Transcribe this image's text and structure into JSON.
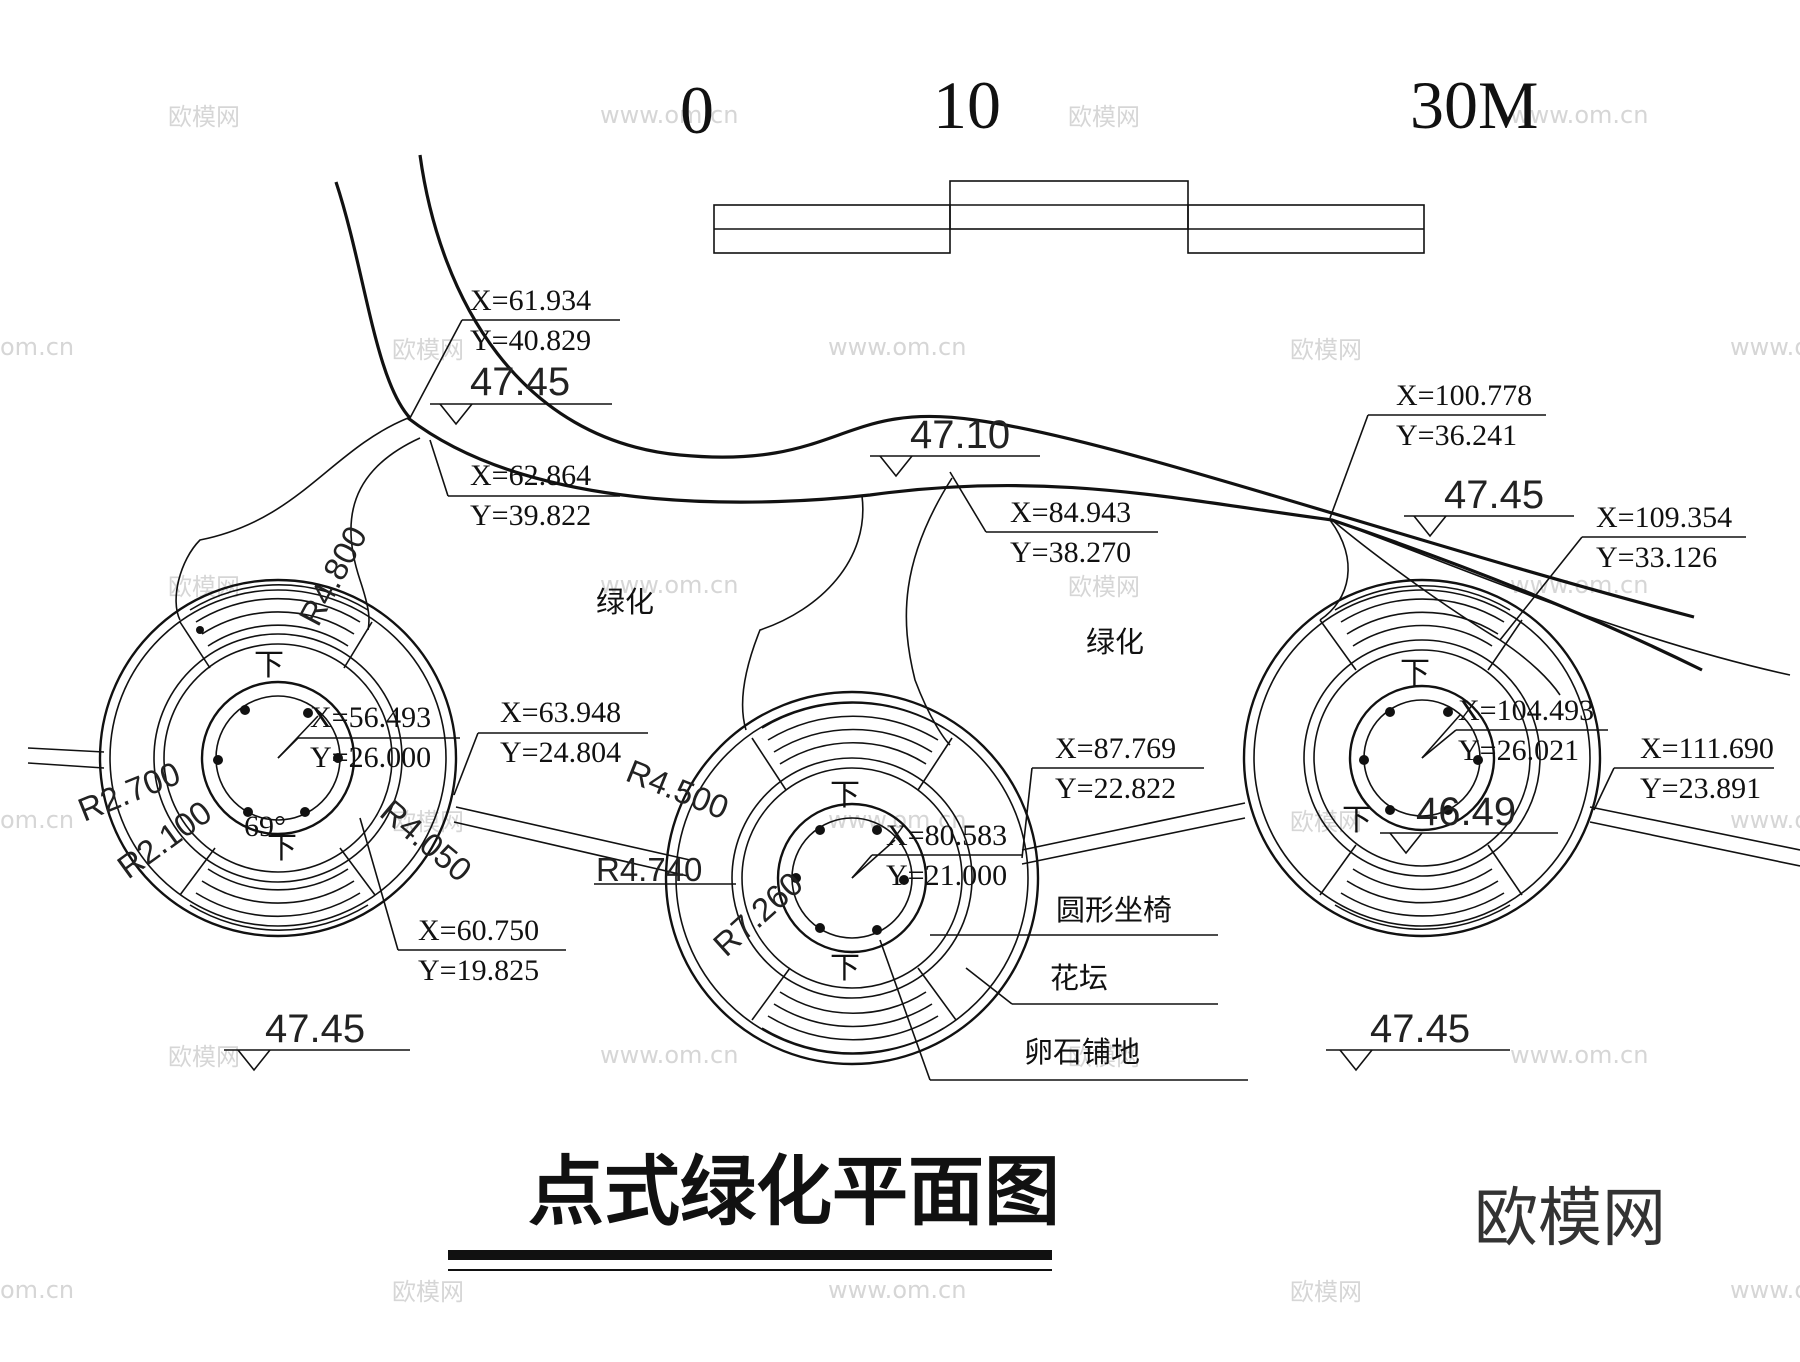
{
  "scale_bar": {
    "labels": [
      "0",
      "10",
      "30M"
    ]
  },
  "area_labels": [
    "绿化",
    "绿化"
  ],
  "coordinates": [
    {
      "x": "X=61.934",
      "y": "Y=40.829"
    },
    {
      "x": "X=62.864",
      "y": "Y=39.822"
    },
    {
      "x": "X=84.943",
      "y": "Y=38.270"
    },
    {
      "x": "X=100.778",
      "y": "Y=36.241"
    },
    {
      "x": "X=109.354",
      "y": "Y=33.126"
    },
    {
      "x": "X=56.493",
      "y": "Y=26.000"
    },
    {
      "x": "X=63.948",
      "y": "Y=24.804"
    },
    {
      "x": "X=87.769",
      "y": "Y=22.822"
    },
    {
      "x": "X=80.583",
      "y": "Y=21.000"
    },
    {
      "x": "X=104.493",
      "y": "Y=26.021"
    },
    {
      "x": "X=111.690",
      "y": "Y=23.891"
    },
    {
      "x": "X=60.750",
      "y": "Y=19.825"
    }
  ],
  "levels": [
    "47.45",
    "47.10",
    "47.45",
    "47.45",
    "47.45",
    "46.49"
  ],
  "radii": [
    "R4.800",
    "R2.700",
    "R2.100",
    "R4.050",
    "R4.500",
    "R4.740",
    "R7.260"
  ],
  "stair_mark": "下",
  "angle_mark": "69°",
  "legend": {
    "seat": "圆形坐椅",
    "bed": "花坛",
    "paving": "卵石铺地"
  },
  "title": "点式绿化平面图",
  "brand": "欧模网",
  "watermark": {
    "brand": "欧模网",
    "url": "www.om.cn",
    "short": "om.cn"
  }
}
